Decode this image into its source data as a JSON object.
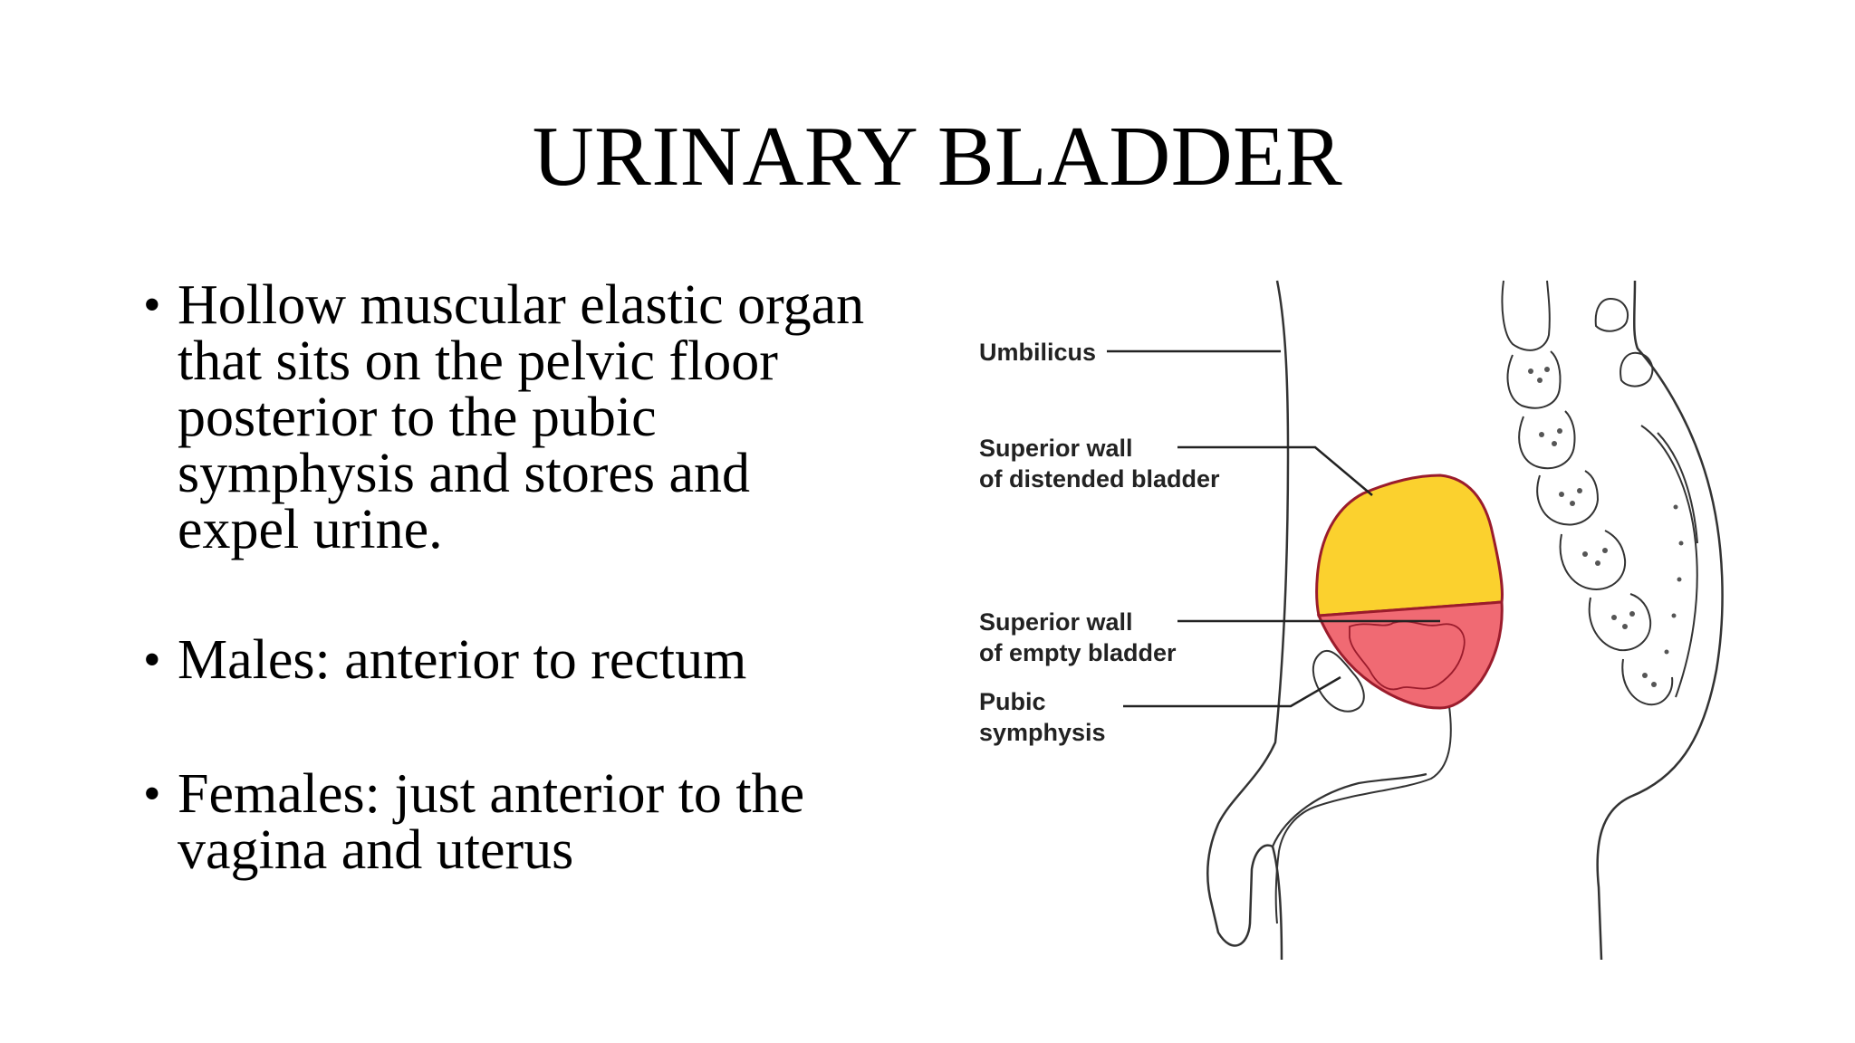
{
  "slide": {
    "title": "URINARY BLADDER",
    "bullet_mark": "•",
    "bullets": [
      {
        "lines": [
          "Hollow muscular elastic organ",
          "that sits on the pelvic floor",
          "posterior to the pubic",
          "symphysis and stores and",
          "expel urine."
        ]
      },
      {
        "lines": [
          "Males: anterior to rectum"
        ]
      },
      {
        "lines": [
          "Females: just anterior to the",
          "vagina and uterus"
        ]
      }
    ]
  },
  "diagram": {
    "labels": {
      "umbilicus": "Umbilicus",
      "superior_wall_distended_1": "Superior wall",
      "superior_wall_distended_2": "of distended bladder",
      "superior_wall_empty_1": "Superior wall",
      "superior_wall_empty_2": "of empty bladder",
      "pubic_symphysis_1": "Pubic",
      "pubic_symphysis_2": "symphysis"
    },
    "colors": {
      "distended_bladder": "#fbd12e",
      "empty_bladder": "#f06a73",
      "bladder_outline": "#9b1c2c",
      "line_art": "#333333"
    }
  }
}
